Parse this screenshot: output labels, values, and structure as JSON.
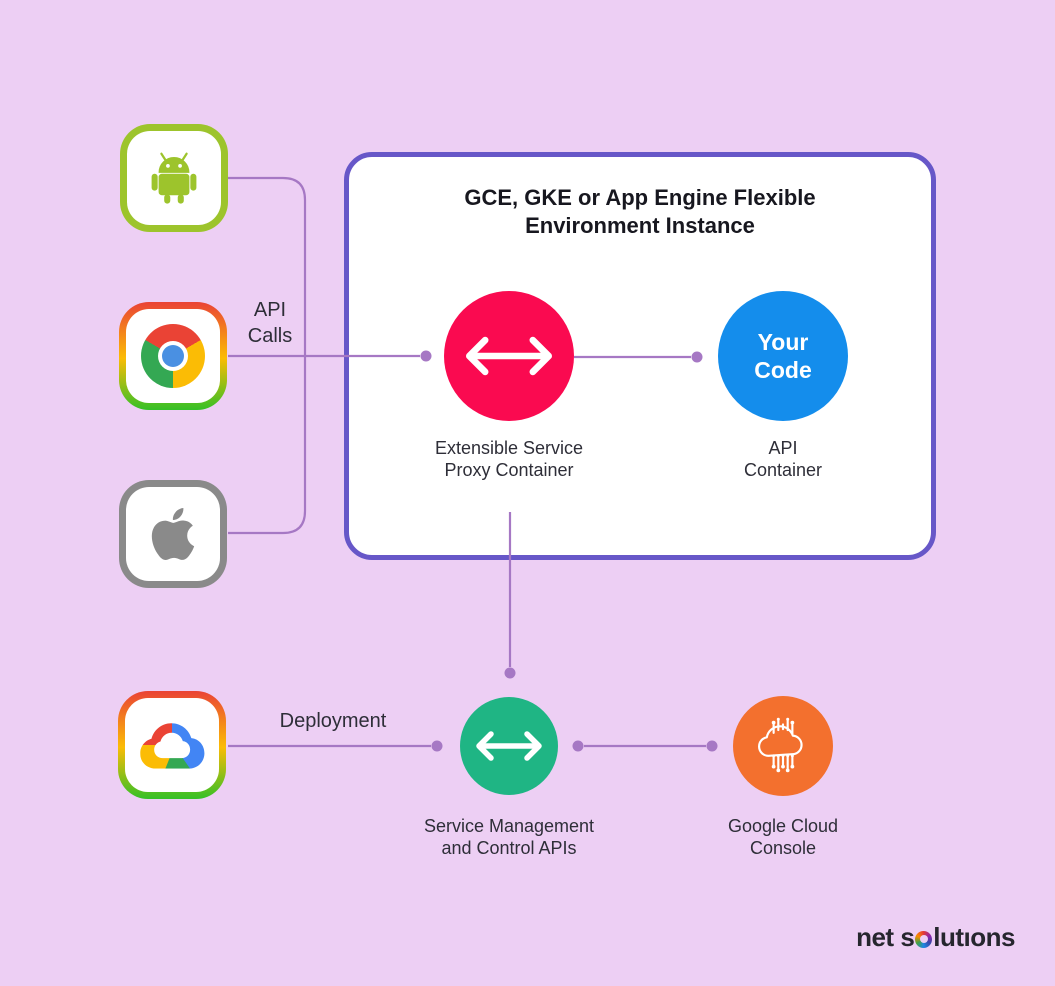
{
  "colors": {
    "background": "#edcff4",
    "connector": "#a678c4",
    "box_border": "#6757c8",
    "esp_circle": "#fa0a50",
    "api_circle": "#148dec",
    "smc_circle": "#1fb584",
    "console_circle": "#f3702e",
    "android_green": "#9dc42c",
    "apple_gray": "#8a8a8a"
  },
  "environment_box": {
    "title": "GCE, GKE or App Engine Flexible\nEnvironment Instance"
  },
  "edges": {
    "api_calls_label": "API\nCalls",
    "deployment_label": "Deployment"
  },
  "nodes": {
    "esp": {
      "caption": "Extensible Service\nProxy Container"
    },
    "api_container": {
      "text": "Your\nCode",
      "caption": "API\nContainer"
    },
    "smc": {
      "caption": "Service Management\nand Control APIs"
    },
    "console": {
      "caption": "Google Cloud\nConsole"
    }
  },
  "icons": {
    "android": "android-robot-icon",
    "chrome": "chrome-browser-icon",
    "apple": "apple-logo-icon",
    "google_cloud": "google-cloud-icon",
    "console_cloud": "connected-cloud-icon",
    "esp_arrow": "double-arrow-icon",
    "smc_arrow": "double-arrow-icon"
  },
  "footer": {
    "logo_prefix": "net s",
    "logo_suffix": "lutıons"
  }
}
